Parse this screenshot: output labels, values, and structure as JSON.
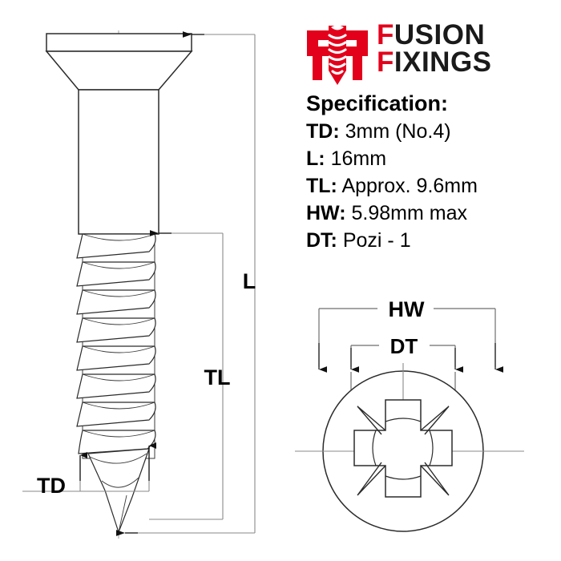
{
  "brand": {
    "logo_mark": "screw-monogram-ff",
    "name_line1_lead": "F",
    "name_line1_rest": "USION",
    "name_line2_lead": "F",
    "name_line2_rest": "IXINGS",
    "brand_color": "#e3001b",
    "text_color": "#1a1a1a"
  },
  "specification": {
    "title": "Specification:",
    "rows": [
      {
        "key": "TD:",
        "value": "3mm (No.4)"
      },
      {
        "key": "L:",
        "value": "16mm"
      },
      {
        "key": "TL:",
        "value": "Approx. 9.6mm"
      },
      {
        "key": "HW:",
        "value": "5.98mm max"
      },
      {
        "key": "DT:",
        "value": "Pozi - 1"
      }
    ]
  },
  "drawing": {
    "view_name": "countersunk-pozi-wood-screw-side-view",
    "dimensions": {
      "overall_length": "L",
      "thread_length": "TL",
      "thread_diameter": "TD"
    },
    "line_color": "#2b2b2b",
    "dim_line_color": "#7a7a7a",
    "centerline_color": "#9a9a9a"
  },
  "head_detail": {
    "view_name": "pozi-drive-head-top-view",
    "dimensions": {
      "head_width": "HW",
      "drive_type": "DT"
    },
    "recess": "pozidriv-cross-recess"
  }
}
